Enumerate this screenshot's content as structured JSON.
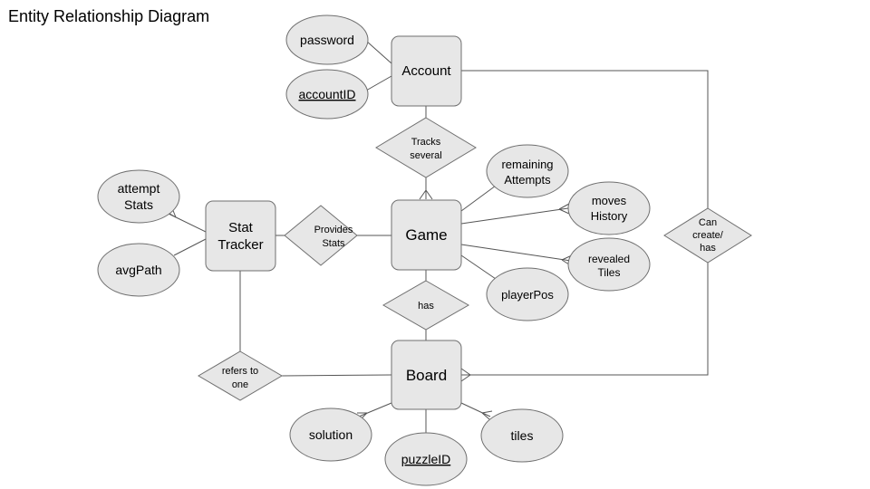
{
  "title": "Entity Relationship Diagram",
  "entities": {
    "account": "Account",
    "game": "Game",
    "stat_tracker": [
      "Stat",
      "Tracker"
    ],
    "board": "Board"
  },
  "attributes": {
    "password": "password",
    "account_id": "accountID",
    "attempt_stats": [
      "attempt",
      "Stats"
    ],
    "avg_path": "avgPath",
    "remaining_attempts": [
      "remaining",
      "Attempts"
    ],
    "moves_history": [
      "moves",
      "History"
    ],
    "revealed_tiles": [
      "revealed",
      "Tiles"
    ],
    "player_pos": "playerPos",
    "solution": "solution",
    "puzzle_id": "puzzleID",
    "tiles": "tiles"
  },
  "relationships": {
    "tracks_several": [
      "Tracks",
      "several"
    ],
    "provides_stats": [
      "Provides",
      "Stats"
    ],
    "has": "has",
    "refers_to_one": [
      "refers to",
      "one"
    ],
    "can_create_has": [
      "Can",
      "create/",
      "has"
    ]
  }
}
